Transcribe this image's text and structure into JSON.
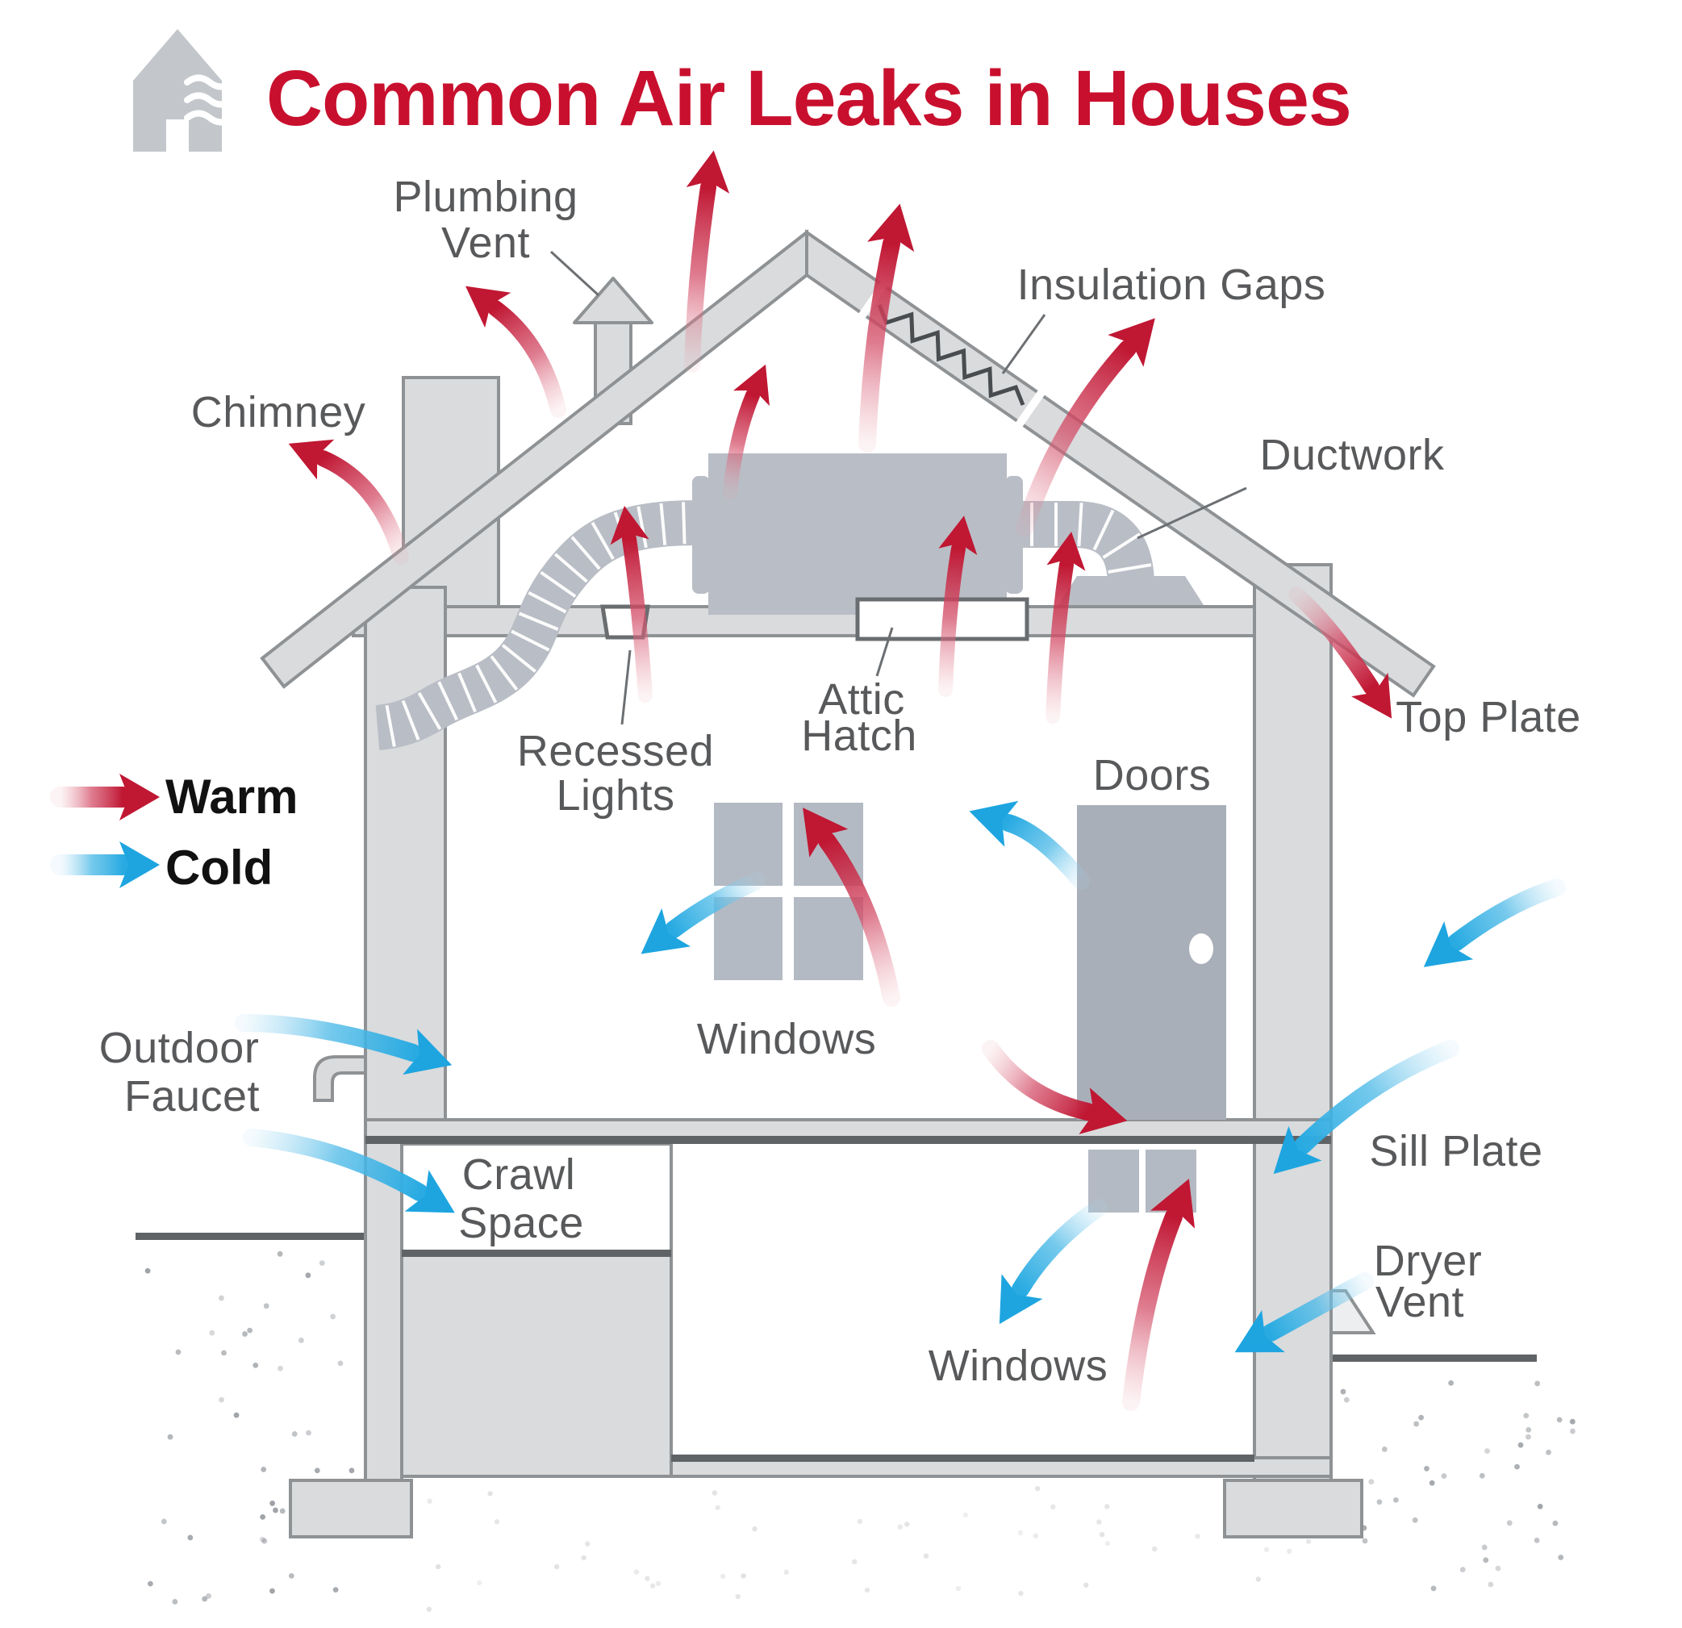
{
  "title": "Common Air Leaks in Houses",
  "legend": {
    "warm": "Warm",
    "cold": "Cold"
  },
  "labels": {
    "plumbing_vent_1": "Plumbing",
    "plumbing_vent_2": "Vent",
    "chimney": "Chimney",
    "insulation_gaps": "Insulation Gaps",
    "ductwork": "Ductwork",
    "top_plate": "Top Plate",
    "recessed_lights_1": "Recessed",
    "recessed_lights_2": "Lights",
    "attic_hatch_1": "Attic",
    "attic_hatch_2": "Hatch",
    "doors": "Doors",
    "windows_main": "Windows",
    "outdoor_faucet_1": "Outdoor",
    "outdoor_faucet_2": "Faucet",
    "sill_plate": "Sill Plate",
    "crawl_space_1": "Crawl",
    "crawl_space_2": "Space",
    "windows_basement": "Windows",
    "dryer_vent_1": "Dryer",
    "dryer_vent_2": "Vent"
  },
  "icons": {
    "house": "house-icon",
    "air_waves": "air-waves-icon",
    "warm_arrow": "warm-arrow-icon",
    "cold_arrow": "cold-arrow-icon"
  },
  "colors": {
    "accent_title": "#c8102e",
    "warm": "#c01733",
    "warm_light": "#e89aa6",
    "cold": "#29abe2",
    "cold_light": "#9fd8f2",
    "structure_fill": "#d9dbdd",
    "equipment_fill": "#b9bdc5",
    "outline": "#8f9294",
    "dark_line": "#606366",
    "label_text": "#58595b",
    "zigzag": "#4a4d50"
  }
}
